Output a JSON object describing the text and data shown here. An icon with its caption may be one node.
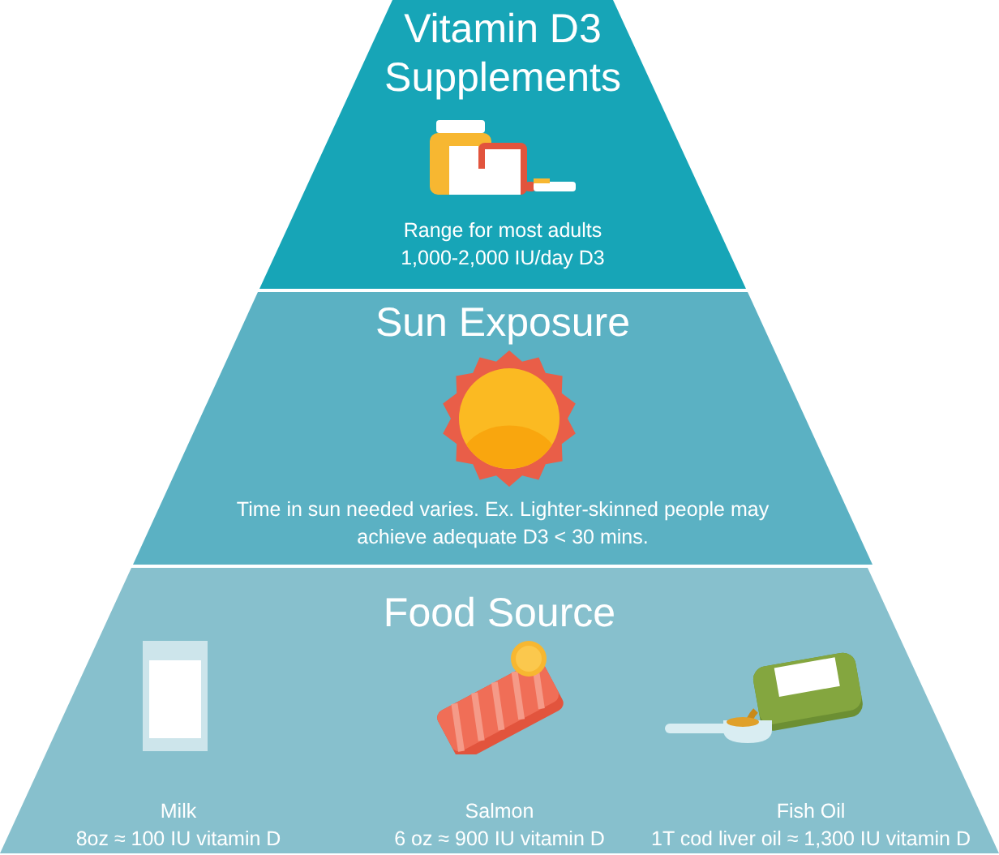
{
  "diagram": {
    "nodes": [
      {
        "text": [
          "Vitamin D3 Supplements",
          "Range for most adults 1,000-2,000 IU/day D3"
        ]
      },
      {
        "text": [
          "Sun Exposure",
          "Time in sun needed varies. Ex. Lighter-skinned people may achieve adequate D3 < 30 mins."
        ]
      },
      {
        "text": [
          "Food Source"
        ]
      },
      {
        "text": [
          "Milk",
          "8oz ≈ 100 IU vitamin D"
        ],
        "in": 2
      },
      {
        "text": [
          "Salmon",
          "6 oz ≈ 900 IU vitamin D"
        ],
        "in": 2
      },
      {
        "text": [
          "Fish Oil",
          "1T cod liver oil ≈ 1,300 IU vitamin D"
        ],
        "in": 2
      }
    ],
    "edges": []
  }
}
